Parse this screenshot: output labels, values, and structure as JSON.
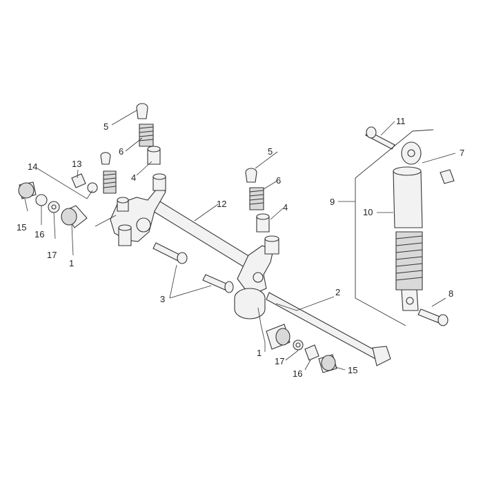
{
  "callouts": [
    {
      "id": "c1a",
      "text": "1"
    },
    {
      "id": "c1b",
      "text": "1"
    },
    {
      "id": "c2",
      "text": "2"
    },
    {
      "id": "c3",
      "text": "3"
    },
    {
      "id": "c4a",
      "text": "4"
    },
    {
      "id": "c4b",
      "text": "4"
    },
    {
      "id": "c5a",
      "text": "5"
    },
    {
      "id": "c5b",
      "text": "5"
    },
    {
      "id": "c6a",
      "text": "6"
    },
    {
      "id": "c6b",
      "text": "6"
    },
    {
      "id": "c7",
      "text": "7"
    },
    {
      "id": "c8",
      "text": "8"
    },
    {
      "id": "c9",
      "text": "9"
    },
    {
      "id": "c10",
      "text": "10"
    },
    {
      "id": "c11",
      "text": "11"
    },
    {
      "id": "c12",
      "text": "12"
    },
    {
      "id": "c13",
      "text": "13"
    },
    {
      "id": "c14",
      "text": "14"
    },
    {
      "id": "c15a",
      "text": "15"
    },
    {
      "id": "c15b",
      "text": "15"
    },
    {
      "id": "c16a",
      "text": "16"
    },
    {
      "id": "c16b",
      "text": "16"
    },
    {
      "id": "c17a",
      "text": "17"
    },
    {
      "id": "c17b",
      "text": "17"
    }
  ]
}
